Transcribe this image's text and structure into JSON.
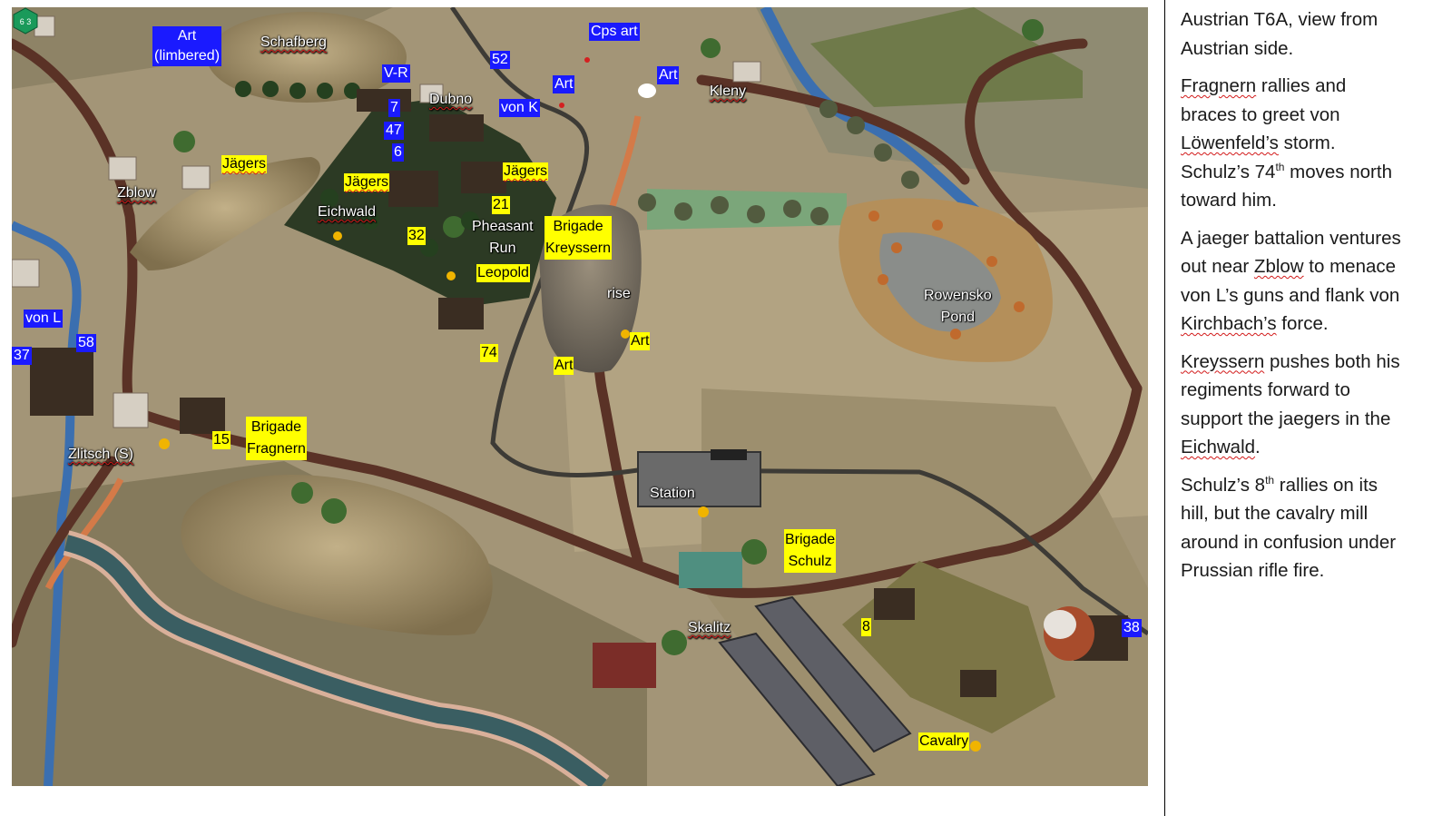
{
  "map": {
    "labels_white": {
      "schafberg": "Schafberg",
      "dubno": "Dubno",
      "kleny": "Kleny",
      "zblow": "Zblow",
      "eichwald": "Eichwald",
      "pheasant_run": "Pheasant\nRun",
      "rise": "rise",
      "rowensko_pond": "Rowensko\nPond",
      "zlitsch": "Zlitsch (S)",
      "station": "Station",
      "skalitz": "Skalitz"
    },
    "labels_blue": {
      "art_limbered": "Art\n(limbered)",
      "vr": "V-R",
      "u52": "52",
      "cps_art": "Cps art",
      "art_1": "Art",
      "art_2": "Art",
      "von_k": "von K",
      "u7": "7",
      "u47": "47",
      "u6": "6",
      "von_l": "von L",
      "u37": "37",
      "u58": "58",
      "u38": "38"
    },
    "labels_yellow": {
      "jaegers_1": "Jägers",
      "jaegers_2": "Jägers",
      "jaegers_3": "Jägers",
      "u21": "21",
      "u32": "32",
      "brigade_kreyssern": "Brigade\nKreyssern",
      "leopold": "Leopold",
      "art_rise": "Art",
      "art_74": "Art",
      "u74": "74",
      "u15": "15",
      "brigade_fragnern": "Brigade\nFragnern",
      "brigade_schulz": "Brigade\nSchulz",
      "u8": "8",
      "cavalry": "Cavalry"
    },
    "die_faces": "6 3"
  },
  "sidebar": {
    "p1": "Austrian T6A, view from Austrian side.",
    "p2a": "Fragnern",
    "p2b": " rallies and braces to greet von ",
    "p2c": "Löwenfeld’s",
    "p2d": " storm. Schulz’s 74",
    "p2e": "th",
    "p2f": " moves north toward him.",
    "p3a": "A jaeger battalion ventures out near ",
    "p3b": "Zblow",
    "p3c": " to menace von L’s guns and flank von ",
    "p3d": "Kirchbach’s",
    "p3e": " force.",
    "p4a": "Kreyssern",
    "p4b": " pushes both his regiments forward to support the jaegers in the ",
    "p4c": "Eichwald",
    "p4d": ".",
    "p5a": "Schulz’s 8",
    "p5b": "th",
    "p5c": " rallies on its hill, but the cavalry mill around in confusion under Prussian rifle fire."
  },
  "colors": {
    "label_yellow": "#ffff00",
    "label_blue": "#1a1aff",
    "felt": "#a39577",
    "road": "#5a3226",
    "river": "#3b6fb0"
  }
}
